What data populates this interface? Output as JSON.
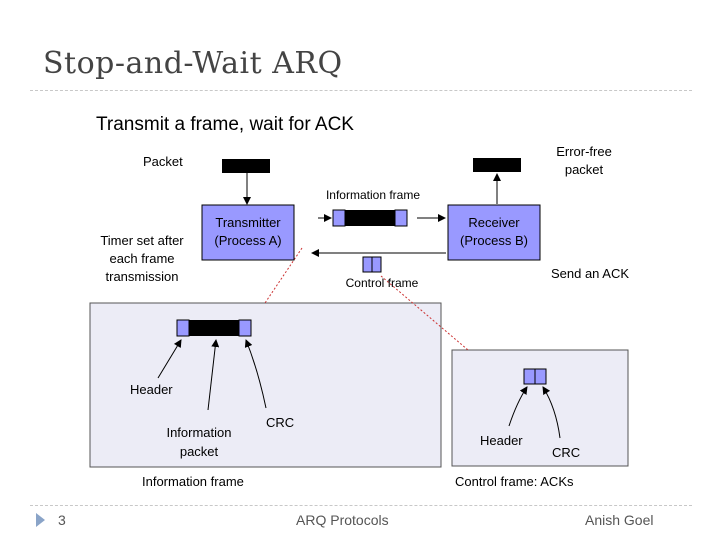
{
  "slide": {
    "title": "Stop-and-Wait ARQ",
    "subtitle": "Transmit a frame, wait for ACK"
  },
  "diagram": {
    "packet_label": "Packet",
    "error_free_label": [
      "Error-free",
      "packet"
    ],
    "transmitter": [
      "Transmitter",
      "(Process A)"
    ],
    "receiver": [
      "Receiver",
      "(Process B)"
    ],
    "information_frame_label": "Information frame",
    "control_frame_label": "Control frame",
    "timer_label": [
      "Timer set after",
      "each frame",
      "transmission"
    ],
    "send_ack_label": "Send an ACK",
    "detail_info": {
      "header": "Header",
      "information_packet": [
        "Information",
        "packet"
      ],
      "crc": "CRC",
      "caption": "Information frame"
    },
    "detail_control": {
      "header": "Header",
      "crc": "CRC",
      "caption": "Control frame:  ACKs"
    },
    "colors": {
      "process_fill": "#9999ff",
      "header_fill": "#9999ff",
      "panel_fill": "#ececf6",
      "leader_line": "#cc3333"
    }
  },
  "footer": {
    "page_number": "3",
    "center": "ARQ Protocols",
    "author": "Anish Goel"
  }
}
